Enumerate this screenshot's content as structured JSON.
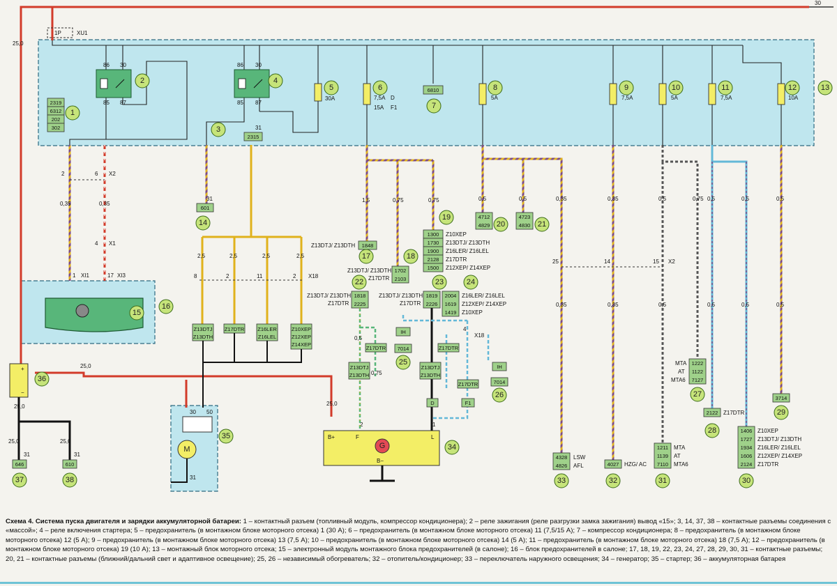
{
  "diagram": {
    "wire_30": "30",
    "fuse_xu1": "1P",
    "conn_xu1": "XU1",
    "wire_250_left": "25,0",
    "relay_terms": [
      "86",
      "30",
      "85",
      "87"
    ],
    "comp1_codes": [
      "2319",
      "6312",
      "202",
      "302"
    ],
    "fuse5_rating": "30A",
    "fuse6_rating_a": "7,5A",
    "fuse6_tag_a": "D",
    "fuse6_rating_b": "15A",
    "fuse6_tag_b": "F1",
    "comp7_code": "6810",
    "fuse8_rating": "5A",
    "fuse9_rating": "7,5A",
    "fuse10_rating": "5A",
    "fuse11_rating": "7,5A",
    "fuse12_rating": "10A",
    "pin31_label": "31",
    "comp3_code": "2315",
    "x2_pin2": "2",
    "x2_pin6": "6",
    "x2_label": "X2",
    "w035": "0,35",
    "x1_pin4": "4",
    "x1_label": "X1",
    "x1_i_pin": "1",
    "x1_i_label": "XI1",
    "xi3_pin": "17",
    "xi3_label": "XI3",
    "c14_code": "601",
    "w25": "2,5",
    "x18_pins": [
      "8",
      "2",
      "11",
      "2"
    ],
    "x18_label": "X18",
    "eng1": [
      "Z13DTJ",
      "Z13DTH"
    ],
    "eng2": [
      "Z17DTR"
    ],
    "eng3": [
      "Z16LER",
      "Z16LEL"
    ],
    "eng4": [
      "Z10XEP",
      "Z12XEP",
      "Z14XEP"
    ],
    "w15": "1,5",
    "w075": "0,75",
    "w05": "0,5",
    "c17_label": "Z13DTJ/ Z13DTH",
    "c17_code": "1848",
    "c18_label_a": "Z13DTJ/ Z13DTH",
    "c18_label_b": "Z17DTR",
    "c18_codes": [
      "1702",
      "2103"
    ],
    "c19_codes": [
      "1300",
      "1730",
      "1900",
      "2128",
      "1500"
    ],
    "c19_eng": [
      "Z10XEP",
      "Z13DTJ/ Z13DTH",
      "Z16LER/ Z16LEL",
      "Z17DTR",
      "Z12XEP/ Z14XEP"
    ],
    "c20_codes": [
      "4712",
      "4829"
    ],
    "c21_codes": [
      "4723",
      "4830"
    ],
    "c22_label_a": "Z13DTJ/ Z13DTH",
    "c22_label_b": "Z17DTR",
    "c22_codes": [
      "1818",
      "2225"
    ],
    "c23_label_a": "Z13DTJ/ Z13DTH",
    "c23_label_b": "Z17DTR",
    "c23_codes": [
      "1819",
      "2226"
    ],
    "c24_codes": [
      "2004",
      "1619",
      "1419"
    ],
    "c24_eng": [
      "Z16LER/ Z16LEL",
      "Z12XEP/ Z14XEP",
      "Z10XEP"
    ],
    "ih": "IH",
    "c25_code": "7014",
    "c26_code": "7014",
    "x18b_pin": "4",
    "x2b_pins": [
      "25",
      "14",
      "15"
    ],
    "x2b_label": "X2",
    "c27_codes": [
      "1222",
      "1122",
      "7127"
    ],
    "c27_labels": [
      "MTA",
      "AT",
      "MTA6"
    ],
    "c28_code": "2122",
    "c28_label": "Z17DTR",
    "c29_code": "3714",
    "c30_codes": [
      "1406",
      "1727",
      "1934",
      "1606",
      "2124"
    ],
    "c30_eng": [
      "Z10XEP",
      "Z13DTJ/ Z13DTH",
      "Z16LER/ Z16LEL",
      "Z12XEP/ Z14XEP",
      "Z17DTR"
    ],
    "c31_codes": [
      "1211",
      "1139",
      "7110"
    ],
    "c31_labels": [
      "MTA",
      "AT",
      "MTA6"
    ],
    "c32_code": "4027",
    "c32_label": "HZG/ AC",
    "c33_codes": [
      "4328",
      "4826"
    ],
    "c33_labels": [
      "LSW",
      "AFL"
    ],
    "wire_250": "25,0",
    "batt_plus": "+",
    "batt_minus": "−",
    "c37_code": "646",
    "c38_code": "610",
    "starter_terms": [
      "30",
      "50",
      "31"
    ],
    "motor": "M",
    "gen": "G",
    "gen_terms": [
      "B+",
      "F",
      "L",
      "B−"
    ],
    "gen_pins": [
      "2",
      "1"
    ],
    "f_tag_d": "D",
    "f_tag_f1": "F1",
    "numbers": [
      "1",
      "2",
      "3",
      "4",
      "5",
      "6",
      "7",
      "8",
      "9",
      "10",
      "11",
      "12",
      "13",
      "14",
      "15",
      "16",
      "17",
      "18",
      "19",
      "20",
      "21",
      "22",
      "23",
      "24",
      "25",
      "26",
      "27",
      "28",
      "29",
      "30",
      "31",
      "32",
      "33",
      "34",
      "35",
      "36",
      "37",
      "38"
    ]
  },
  "caption": {
    "title": "Схема 4. Система пуска двигателя и зарядки аккумуляторной батареи:",
    "text": " 1 – контактный разъем (топливный модуль, компрессор кондиционера); 2 – реле зажигания (реле разгрузки замка зажигания) вывод «15»; 3, 14, 37, 38 – контактные разъемы соединения с «массой»; 4 – реле включения стартера; 5 – предохранитель (в монтажном блоке моторного отсека) 1 (30 А); 6 – предохранитель (в монтажном блоке моторного отсека) 11 (7,5/15 А); 7 – компрессор кондиционера; 8 – предохранитель (в монтажном блоке моторного отсека) 12 (5 А); 9 – предохранитель (в монтажном блоке моторного отсека) 13 (7,5 А); 10 – предохранитель (в монтажном блоке моторного отсека) 14 (5 А); 11 – предохранитель (в монтажном блоке моторного отсека) 18 (7,5 А); 12 – предохранитель (в монтажном блоке моторного отсека) 19 (10 А); 13 – монтажный блок моторного отсека; 15 – электронный модуль монтажного блока предохранителей (в салоне); 16 – блок предохранителей в салоне; 17, 18, 19, 22, 23, 24, 27, 28, 29, 30, 31 – контактные разъемы; 20, 21 – контактные разъемы (ближний/дальний свет и адаптивное освещение); 25, 26 – независимый обогреватель; 32 – отопитель/кондиционер; 33 – переключатель наружного освещения; 34 – генератор; 35 – стартер; 36 – аккумуляторная батарея"
  },
  "colors": {
    "block": "#bfe6ee",
    "relay": "#58b67a",
    "connector": "#9fd18a",
    "fuse": "#f3ee66",
    "callout": "#c6e47a",
    "red_wire": "#d23b2a",
    "purple_wire": "#7b4a86",
    "yellow_wire": "#e0b21c",
    "blue_wire": "#63b8d8"
  }
}
